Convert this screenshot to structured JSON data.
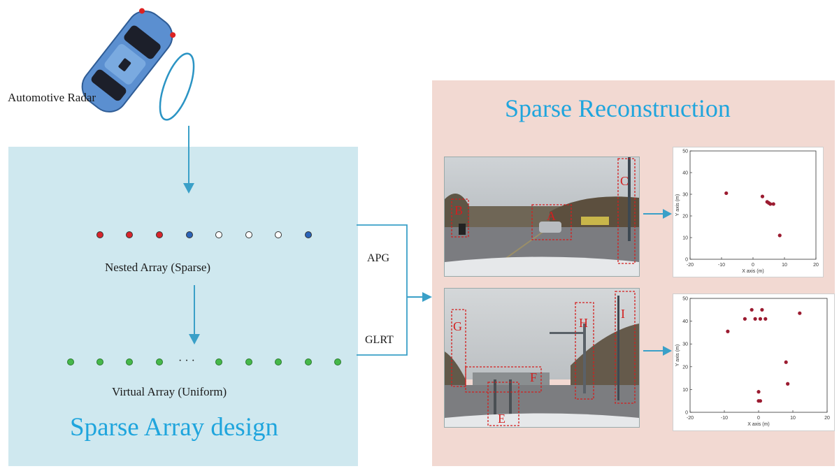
{
  "radar_label": "Automotive Radar",
  "left_panel": {
    "nested_array_label": "Nested Array (Sparse)",
    "virtual_array_label": "Virtual Array (Uniform)",
    "title": "Sparse Array design",
    "ellipsis": "· · ·",
    "nested_dots": [
      "#d8242b",
      "#d8242b",
      "#d8242b",
      "#2a63b8",
      "#ffffff",
      "#ffffff",
      "#ffffff",
      "#2a63b8"
    ],
    "virtual_dot_color": "#46b84a"
  },
  "connector": {
    "apg": "APG",
    "glrt": "GLRT"
  },
  "right_panel": {
    "title": "Sparse Reconstruction",
    "scene1_boxes": [
      "A",
      "B",
      "C"
    ],
    "scene2_boxes": [
      "E",
      "F",
      "G",
      "H",
      "I"
    ]
  },
  "plot1": {
    "xlabel": "X axis (m)",
    "ylabel": "Y axis (m)",
    "xticks": [
      "-20",
      "-10",
      "0",
      "10",
      "20"
    ],
    "yticks": [
      "0",
      "10",
      "20",
      "30",
      "40",
      "50"
    ],
    "xlim": [
      -20,
      20
    ],
    "ylim": [
      0,
      50
    ],
    "points": [
      [
        -8.5,
        30.5
      ],
      [
        3,
        29
      ],
      [
        4.5,
        26.5
      ],
      [
        5,
        26
      ],
      [
        5.5,
        25.5
      ],
      [
        6.5,
        25.5
      ],
      [
        8.5,
        11
      ]
    ]
  },
  "plot2": {
    "xlabel": "X axis (m)",
    "ylabel": "Y axis (m)",
    "xticks": [
      "-20",
      "-10",
      "0",
      "10",
      "20"
    ],
    "yticks": [
      "0",
      "10",
      "20",
      "30",
      "40",
      "50"
    ],
    "xlim": [
      -20,
      20
    ],
    "ylim": [
      0,
      50
    ],
    "points": [
      [
        -9,
        35.5
      ],
      [
        -4,
        41
      ],
      [
        -2,
        45
      ],
      [
        -1,
        41
      ],
      [
        0.5,
        41
      ],
      [
        1,
        45
      ],
      [
        2,
        41
      ],
      [
        12,
        43.5
      ],
      [
        8,
        22
      ],
      [
        8.5,
        12.5
      ],
      [
        0,
        9
      ],
      [
        0,
        5
      ],
      [
        0.5,
        5
      ]
    ]
  },
  "colors": {
    "accent": "#1fa5dd",
    "arrow": "#3aa0c8",
    "point": "#9b1b30",
    "box": "#d31f1f"
  }
}
